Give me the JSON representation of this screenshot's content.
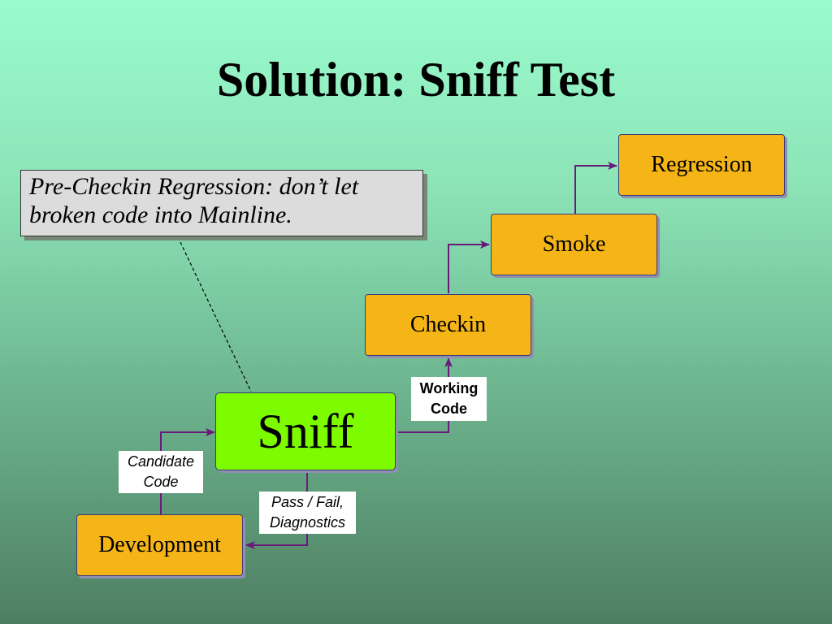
{
  "slide": {
    "title": "Solution: Sniff Test",
    "callout": "Pre-Checkin Regression: don’t let broken code into Mainline.",
    "nodes": {
      "regression": "Regression",
      "smoke": "Smoke",
      "checkin": "Checkin",
      "sniff": "Sniff",
      "development": "Development"
    },
    "edge_labels": {
      "working_code": [
        "Working",
        "Code"
      ],
      "candidate_code": [
        "Candidate",
        "Code"
      ],
      "pass_fail": [
        "Pass / Fail,",
        "Diagnostics"
      ]
    }
  },
  "colors": {
    "stage_box": "#f5b516",
    "sniff_box": "#7dfc00",
    "arrow": "#6a1a7a"
  }
}
